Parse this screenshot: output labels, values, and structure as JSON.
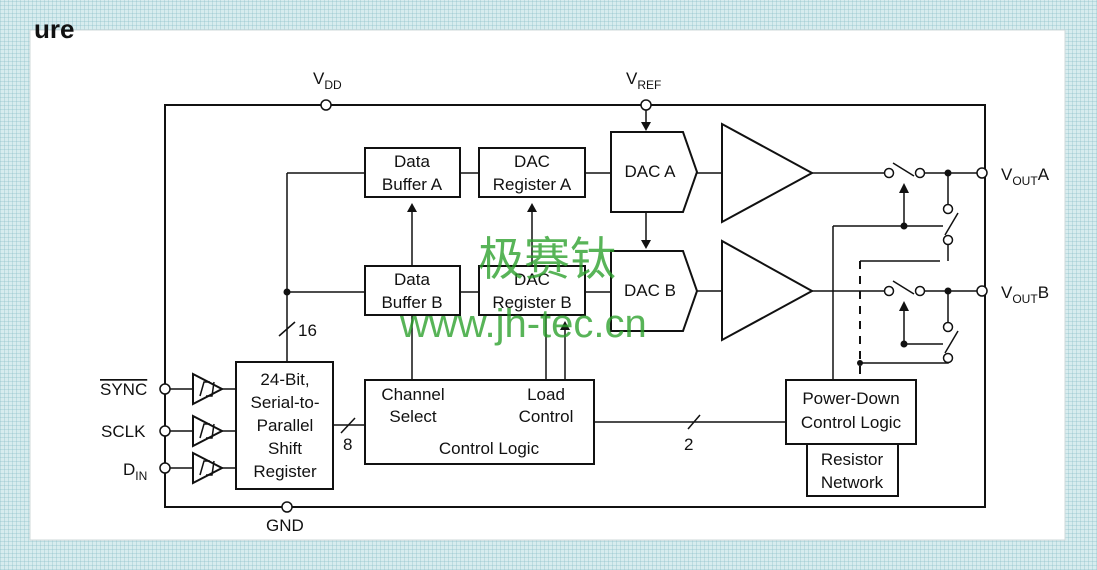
{
  "header_fragment": "ure",
  "pins": {
    "vdd_main": "V",
    "vdd_sub": "DD",
    "vref_main": "V",
    "vref_sub": "REF",
    "gnd": "GND",
    "sync": "SYNC",
    "sclk": "SCLK",
    "din_main": "D",
    "din_sub": "IN",
    "vouta_main": "V",
    "vouta_sub": "OUT",
    "vouta_suffix": "A",
    "voutb_main": "V",
    "voutb_sub": "OUT",
    "voutb_suffix": "B"
  },
  "blocks": {
    "data_buffer_a": [
      "Data",
      "Buffer A"
    ],
    "dac_register_a": [
      "DAC",
      "Register A"
    ],
    "dac_a": "DAC A",
    "data_buffer_b": [
      "Data",
      "Buffer B"
    ],
    "dac_register_b": [
      "DAC",
      "Register B"
    ],
    "dac_b": "DAC B",
    "shift_register": [
      "24-Bit,",
      "Serial-to-",
      "Parallel",
      "Shift",
      "Register"
    ],
    "channel_select": [
      "Channel",
      "Select"
    ],
    "load_control": [
      "Load",
      "Control"
    ],
    "control_logic": "Control Logic",
    "power_down": [
      "Power-Down",
      "Control Logic"
    ],
    "resistor_network": [
      "Resistor",
      "Network"
    ]
  },
  "bus_widths": {
    "bus16": "16",
    "bus8": "8",
    "bus2": "2"
  },
  "watermark": {
    "chinese": "极赛钛",
    "url": "www.jh-tec.cn"
  }
}
